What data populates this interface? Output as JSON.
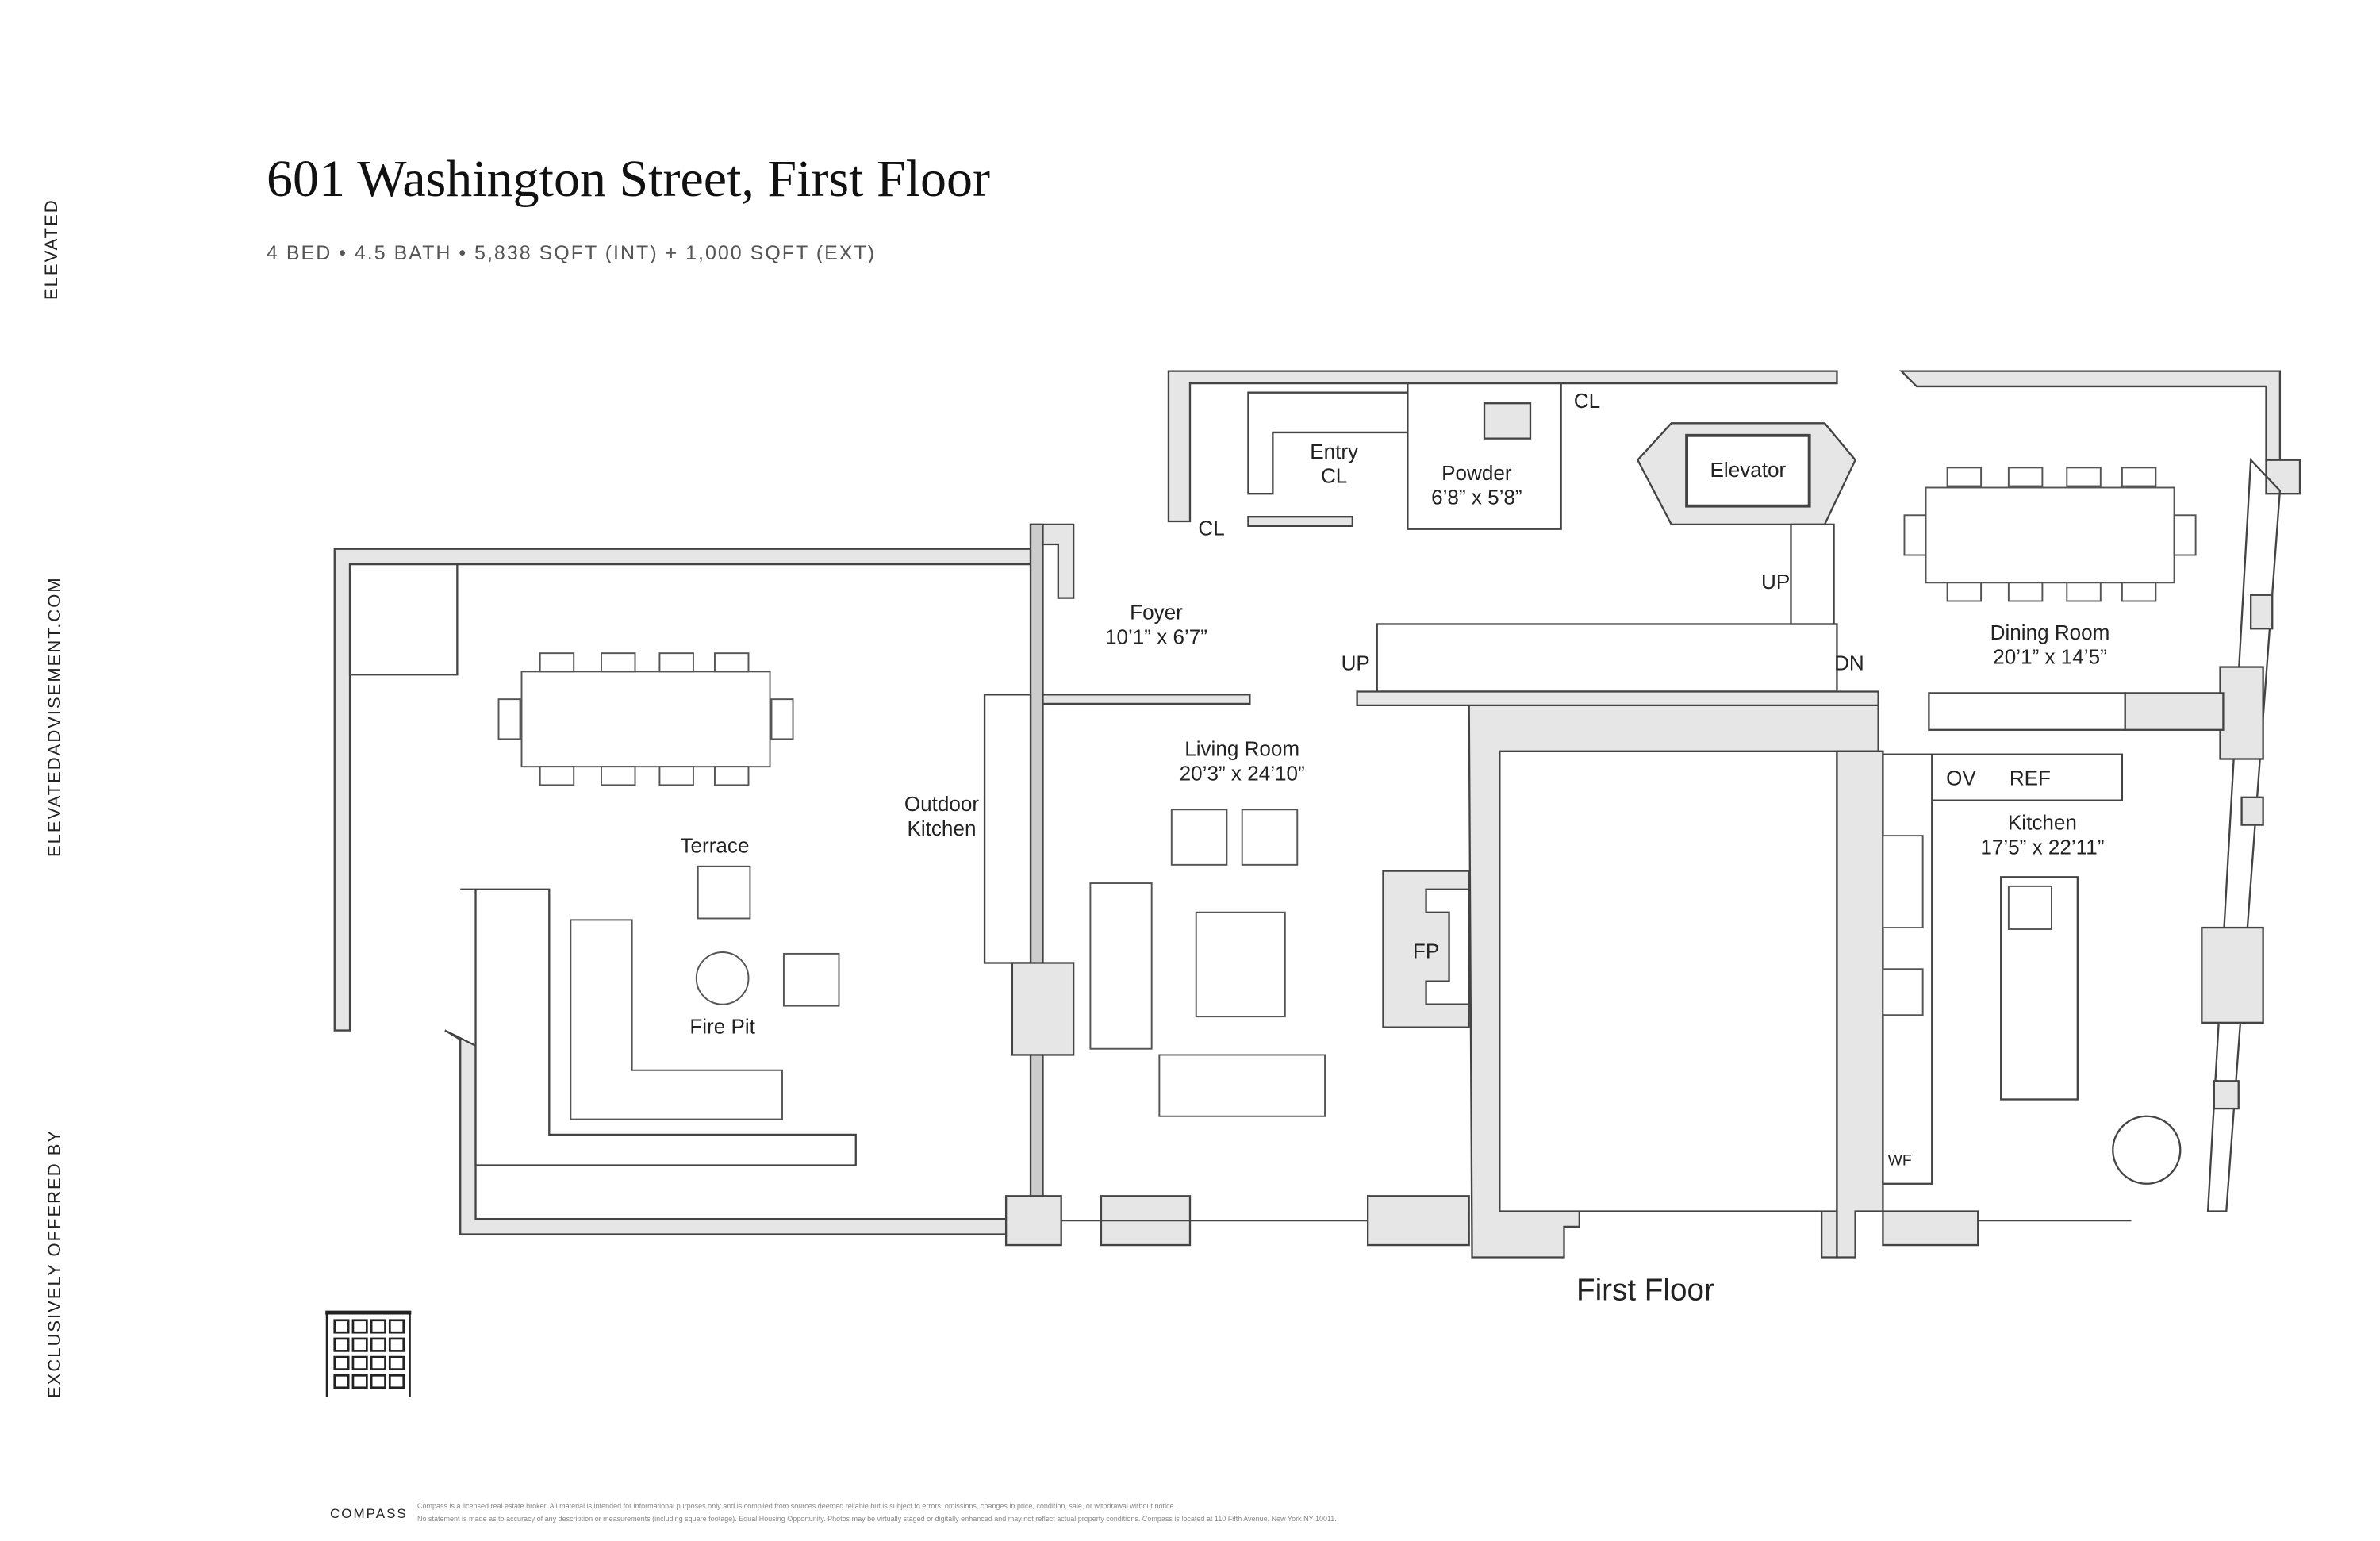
{
  "header": {
    "title": "601 Washington Street, First Floor",
    "subtitle": "4 BED • 4.5 BATH • 5,838 SQFT (INT) + 1,000 SQFT (EXT)"
  },
  "sidebar": {
    "brand": "ELEVATED",
    "website": "ELEVATEDADVISEMENT.COM",
    "offered_by": "EXCLUSIVELY OFFERED BY"
  },
  "rooms": {
    "foyer": {
      "name": "Foyer",
      "size": "10’1” x 6’7”"
    },
    "living": {
      "name": "Living Room",
      "size": "20’3” x 24’10”"
    },
    "outdoor_kitchen": {
      "line1": "Outdoor",
      "line2": "Kitchen"
    },
    "terrace": {
      "name": "Terrace"
    },
    "fire_pit": {
      "name": "Fire Pit"
    },
    "entry_cl": {
      "line1": "Entry",
      "line2": "CL"
    },
    "cl_foyer": {
      "name": "CL"
    },
    "powder": {
      "name": "Powder",
      "size": "6’8” x 5’8”"
    },
    "cl_hall": {
      "name": "CL"
    },
    "elevator": {
      "name": "Elevator"
    },
    "dining": {
      "name": "Dining Room",
      "size": "20’1” x 14’5”"
    },
    "kitchen": {
      "name": "Kitchen",
      "size": "17’5” x 22’11”"
    },
    "oven": "OV",
    "fridge": "REF",
    "fireplace": "FP",
    "wine_fridge": "WF",
    "stairs": {
      "up_upper": "UP",
      "up_lower": "UP",
      "down": "DN"
    }
  },
  "floor_label": "First Floor",
  "footer": {
    "brand": "COMPASS",
    "disclaimer_1": "Compass is a licensed real estate broker. All material is intended for informational purposes only and is compiled from sources deemed reliable but is subject to errors, omissions, changes in price, condition, sale, or withdrawal without notice.",
    "disclaimer_2": "No statement is made as to accuracy of any description or measurements (including square footage). Equal Housing Opportunity. Photos may be virtually staged or digitally enhanced and may not reflect actual property conditions. Compass is located at 110 Fifth Avenue, New York NY 10011."
  },
  "colors": {
    "wall": "#e6e6e6",
    "line": "#444444",
    "text": "#222222"
  }
}
